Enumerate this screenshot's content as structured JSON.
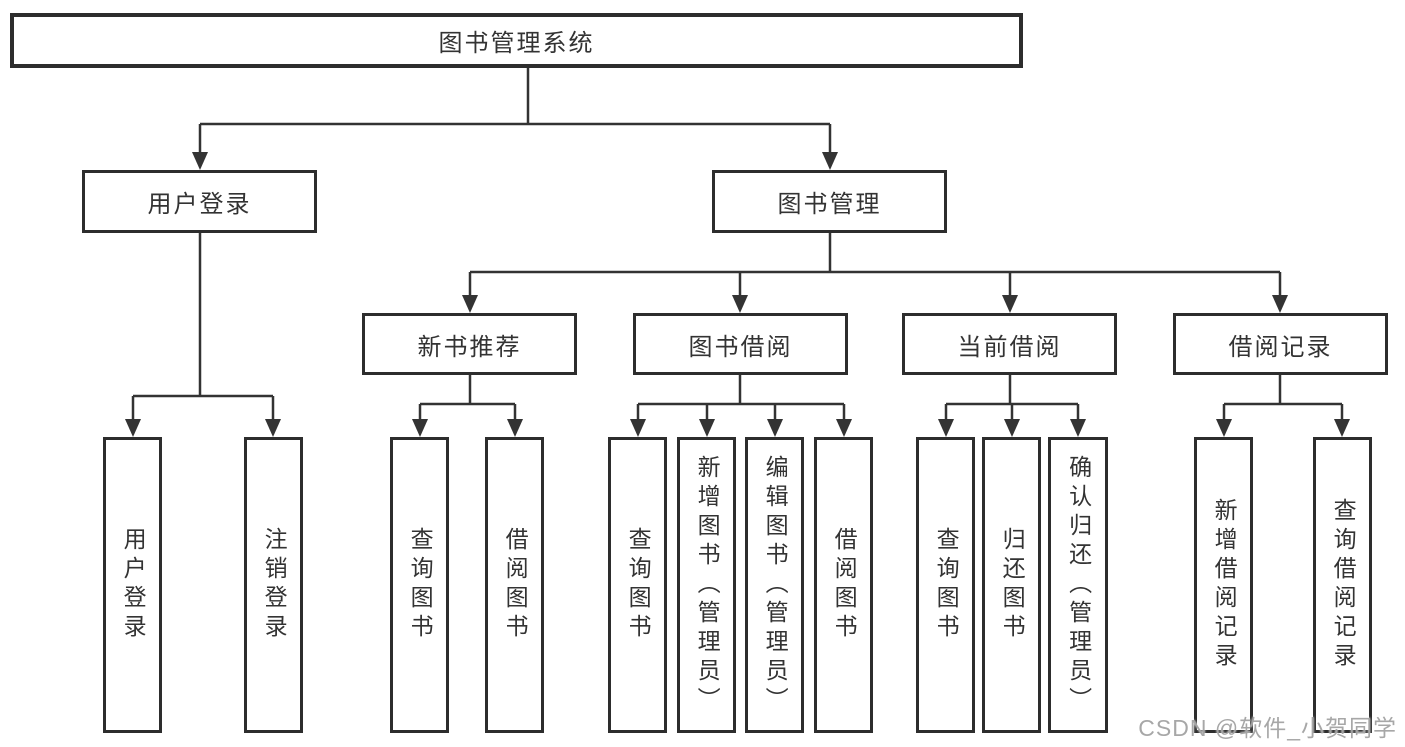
{
  "tree": {
    "root": {
      "label": "图书管理系统"
    },
    "children": [
      {
        "label": "用户登录",
        "leaves": [
          "用户登录",
          "注销登录"
        ]
      },
      {
        "label": "图书管理",
        "children": [
          {
            "label": "新书推荐",
            "leaves": [
              "查询图书",
              "借阅图书"
            ]
          },
          {
            "label": "图书借阅",
            "leaves": [
              "查询图书",
              "新增图书（管理员）",
              "编辑图书（管理员）",
              "借阅图书"
            ]
          },
          {
            "label": "当前借阅",
            "leaves": [
              "查询图书",
              "归还图书",
              "确认归还（管理员）"
            ]
          },
          {
            "label": "借阅记录",
            "leaves": [
              "新增借阅记录",
              "查询借阅记录"
            ]
          }
        ]
      }
    ]
  },
  "watermark": {
    "text": "CSDN @软件_小贺同学"
  },
  "colors": {
    "background": "#ffffff",
    "line": "#333333",
    "box_border": "#2d2d2d",
    "text": "#333333",
    "watermark": "#a2a2a2"
  }
}
